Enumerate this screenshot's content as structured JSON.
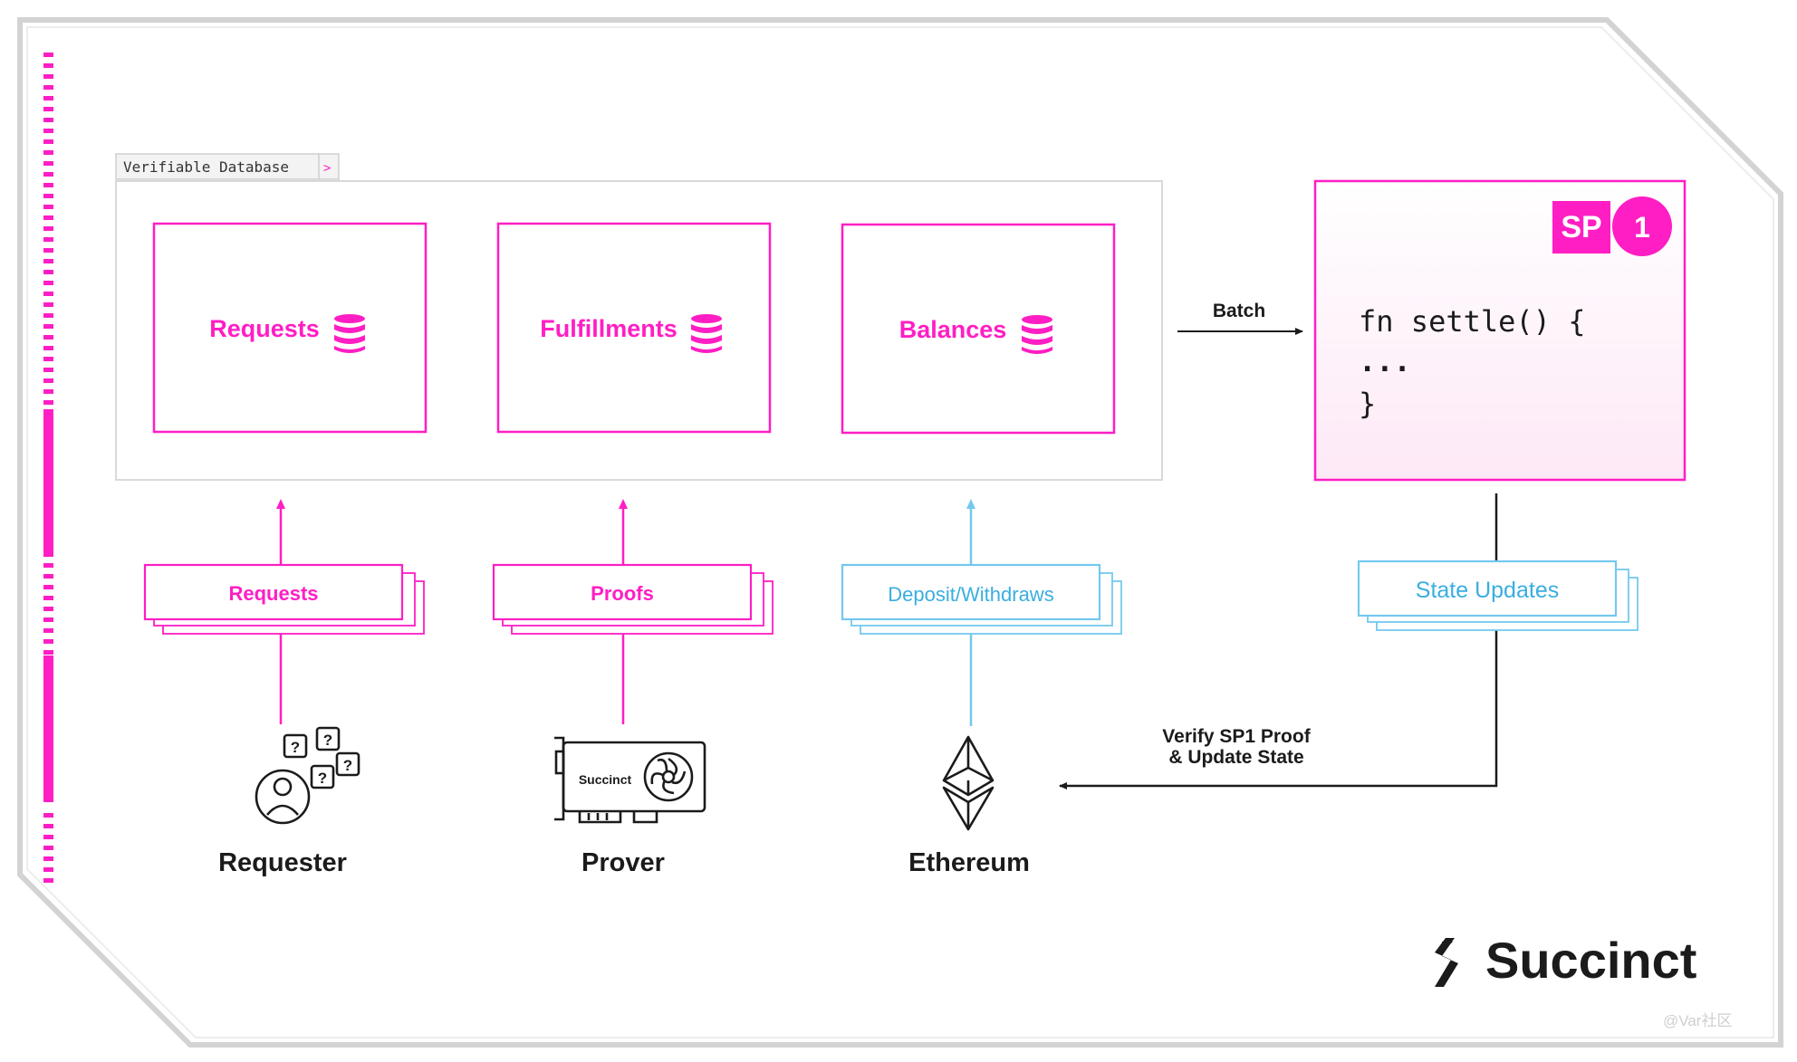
{
  "colors": {
    "magenta": "#ff1ec4",
    "light_blue": "#74c8ee",
    "dark": "#1b1b1b",
    "frame": "#d9d9d9"
  },
  "db_tab_label": "Verifiable Database",
  "db_tab_arrow": ">",
  "tables": [
    {
      "label": "Requests",
      "icon": "database-icon"
    },
    {
      "label": "Fulfillments",
      "icon": "database-icon"
    },
    {
      "label": "Balances",
      "icon": "database-icon"
    }
  ],
  "batch_label": "Batch",
  "sp1": {
    "badge_text": "SP",
    "badge_num": "1",
    "code_lines": [
      "fn settle() {",
      "...",
      "}"
    ]
  },
  "stacks": [
    {
      "label": "Requests",
      "color": "magenta"
    },
    {
      "label": "Proofs",
      "color": "magenta"
    },
    {
      "label": "Deposit/Withdraws",
      "color": "light_blue"
    },
    {
      "label": "State Updates",
      "color": "light_blue"
    }
  ],
  "actors": [
    {
      "label": "Requester",
      "icon": "requester-icon"
    },
    {
      "label": "Prover",
      "icon": "gpu-icon",
      "gpu_brand": "Succinct"
    },
    {
      "label": "Ethereum",
      "icon": "ethereum-icon"
    }
  ],
  "verify_label": [
    "Verify SP1 Proof",
    "& Update State"
  ],
  "brand": "Succinct",
  "watermark": "@Var社区"
}
